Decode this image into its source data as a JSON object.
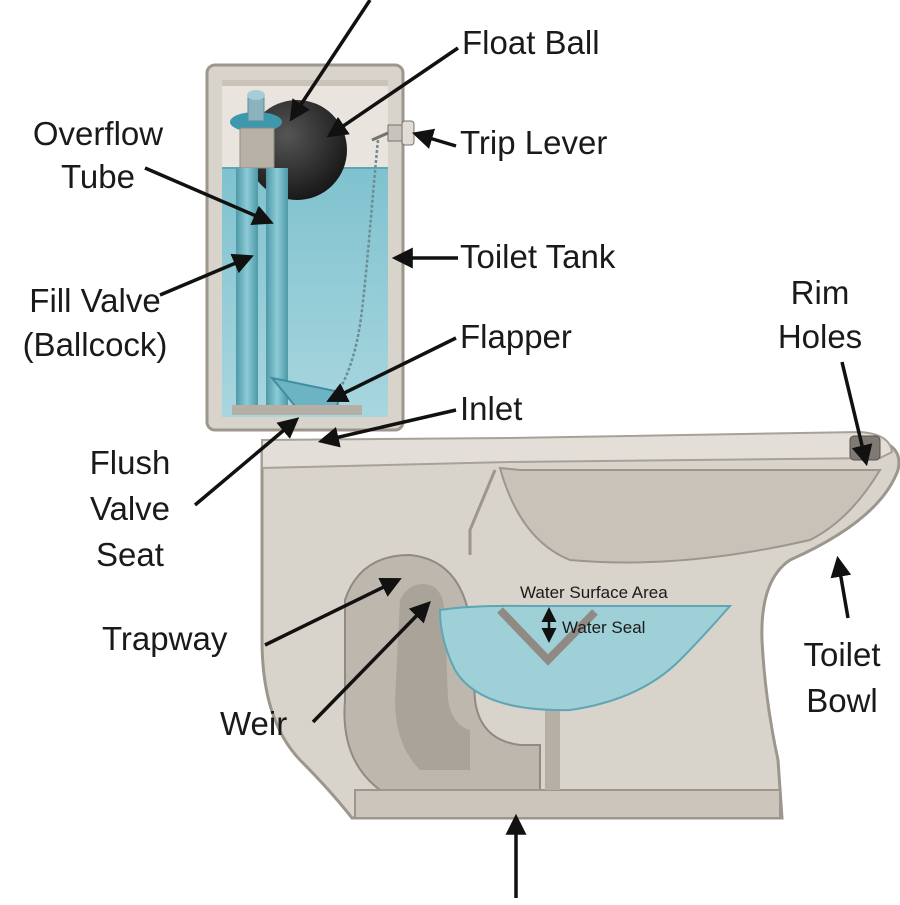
{
  "labels": {
    "float_ball": "Float Ball",
    "trip_lever": "Trip Lever",
    "overflow_tube_1": "Overflow",
    "overflow_tube_2": "Tube",
    "toilet_tank": "Toilet Tank",
    "fill_valve_1": "Fill Valve",
    "fill_valve_2": "(Ballcock)",
    "flapper": "Flapper",
    "inlet": "Inlet",
    "rim_holes_1": "Rim",
    "rim_holes_2": "Holes",
    "flush_valve_seat_1": "Flush",
    "flush_valve_seat_2": "Valve",
    "flush_valve_seat_3": "Seat",
    "water_surface_area": "Water Surface Area",
    "water_seal": "Water Seal",
    "trapway": "Trapway",
    "weir": "Weir",
    "toilet_bowl_1": "Toilet",
    "toilet_bowl_2": "Bowl"
  },
  "colors": {
    "porcelain": "#d8d3cb",
    "porcelain_dark": "#b9b3aa",
    "porcelain_shadow": "#8f8a83",
    "water": "#9fd0d8",
    "water_dark": "#6fb3c0",
    "float_ball": "#2d2d2d",
    "label_text": "#1a1a1a"
  }
}
